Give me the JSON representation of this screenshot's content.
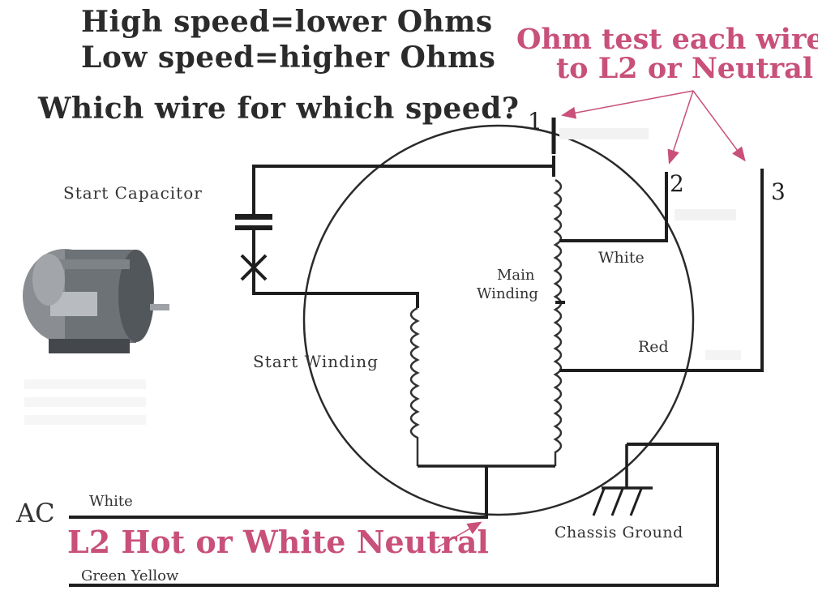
{
  "heading": {
    "line1": "High speed=lower Ohms",
    "line2": "Low speed=higher Ohms",
    "question": "Which wire for which speed?"
  },
  "test_note": {
    "line1": "Ohm test each wire",
    "line2": "to L2 or Neutral"
  },
  "terminals": {
    "t1": "1",
    "t2": "2",
    "t3": "3"
  },
  "components": {
    "start_capacitor": "Start Capacitor",
    "start_winding": "Start Winding",
    "main_winding_line1": "Main",
    "main_winding_line2": "Winding",
    "chassis_ground": "Chassis Ground"
  },
  "wires": {
    "white_top": "White",
    "red": "Red",
    "ac_white": "White",
    "green_yellow": "Green Yellow"
  },
  "ac_label": "AC",
  "bottom_note": "L2 Hot or White Neutral",
  "colors": {
    "accent": "#c8507a",
    "line": "#1e1e1e",
    "heading": "#2b2b2b"
  }
}
